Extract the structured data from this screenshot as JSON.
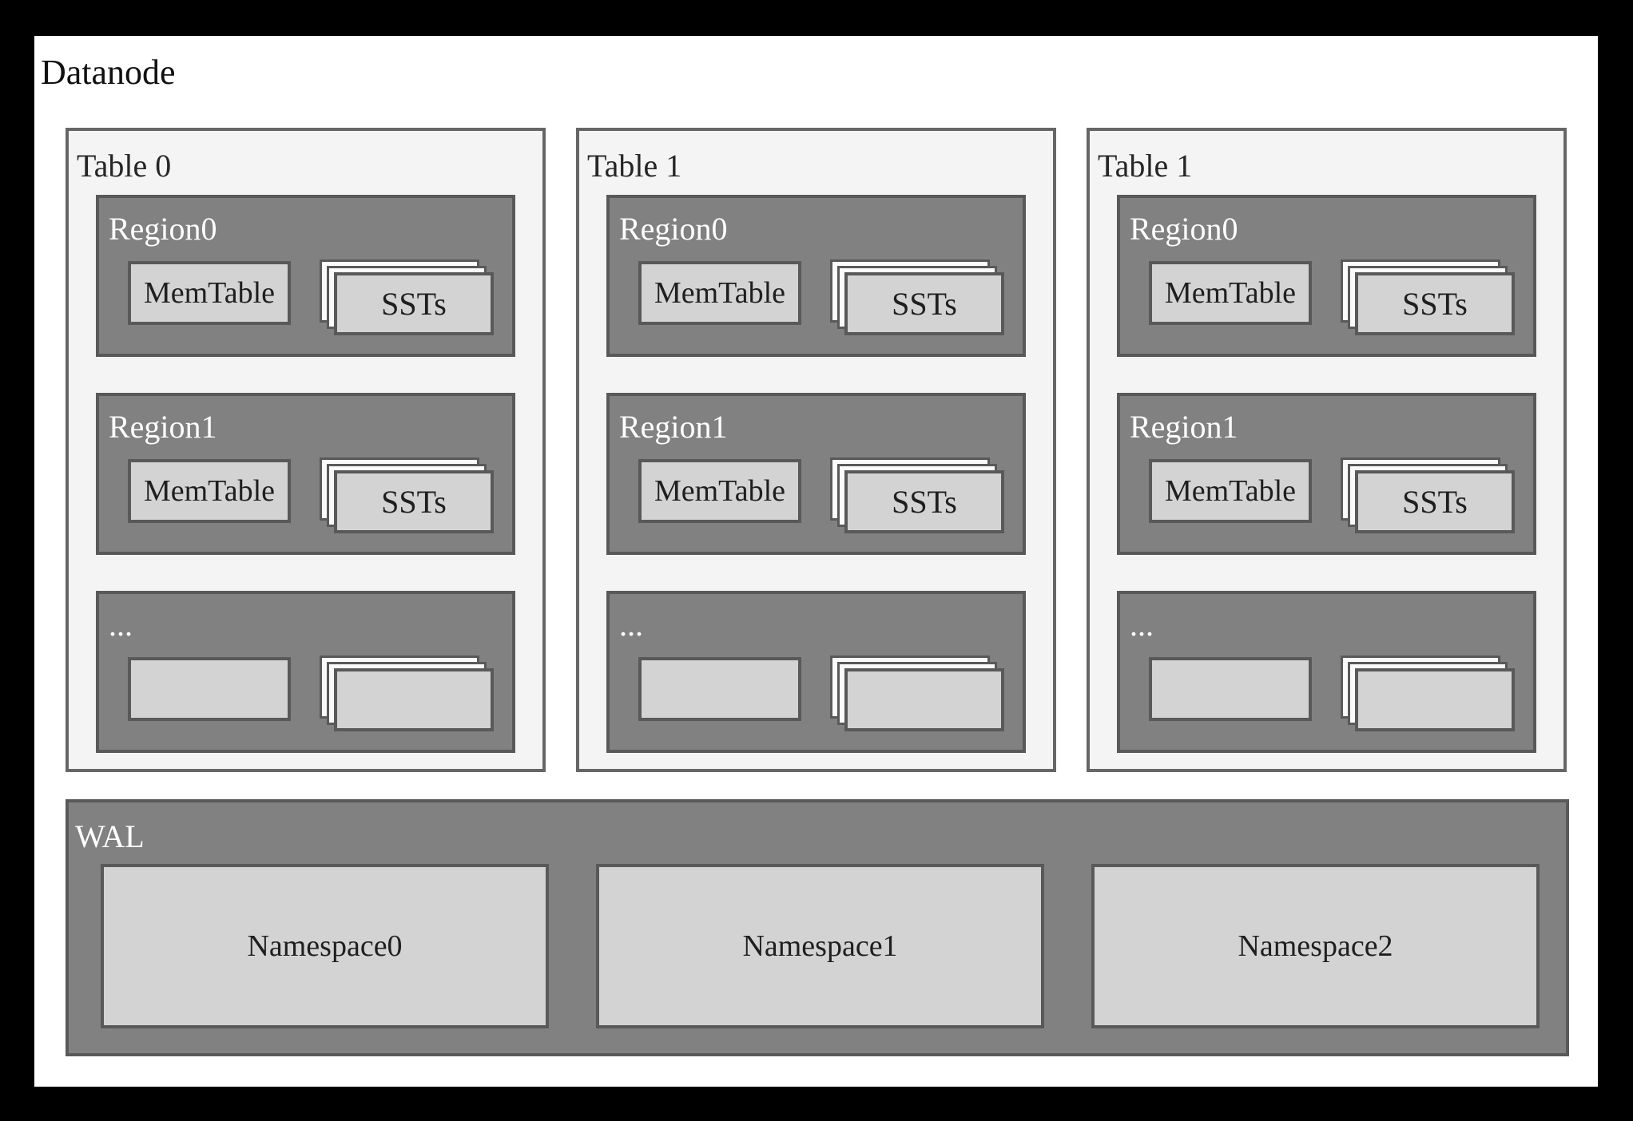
{
  "title": "Datanode",
  "tables": [
    {
      "label": "Table 0",
      "regions": [
        {
          "label": "Region0",
          "memtable": "MemTable",
          "ssts": "SSTs"
        },
        {
          "label": "Region1",
          "memtable": "MemTable",
          "ssts": "SSTs"
        },
        {
          "label": "...",
          "memtable": "",
          "ssts": ""
        }
      ]
    },
    {
      "label": "Table 1",
      "regions": [
        {
          "label": "Region0",
          "memtable": "MemTable",
          "ssts": "SSTs"
        },
        {
          "label": "Region1",
          "memtable": "MemTable",
          "ssts": "SSTs"
        },
        {
          "label": "...",
          "memtable": "",
          "ssts": ""
        }
      ]
    },
    {
      "label": "Table 1",
      "regions": [
        {
          "label": "Region0",
          "memtable": "MemTable",
          "ssts": "SSTs"
        },
        {
          "label": "Region1",
          "memtable": "MemTable",
          "ssts": "SSTs"
        },
        {
          "label": "...",
          "memtable": "",
          "ssts": ""
        }
      ]
    }
  ],
  "wal": {
    "label": "WAL",
    "namespaces": [
      "Namespace0",
      "Namespace1",
      "Namespace2"
    ]
  },
  "colors": {
    "frame": "#000000",
    "page": "#ffffff",
    "panel_bg": "#f4f4f4",
    "panel_border": "#666666",
    "region_bg": "#818181",
    "region_border": "#595959",
    "inner_box_bg": "#d3d3d3",
    "sheet_bg": "#fafafa",
    "label_dark": "#1f1f1f",
    "label_light": "#ffffff"
  }
}
